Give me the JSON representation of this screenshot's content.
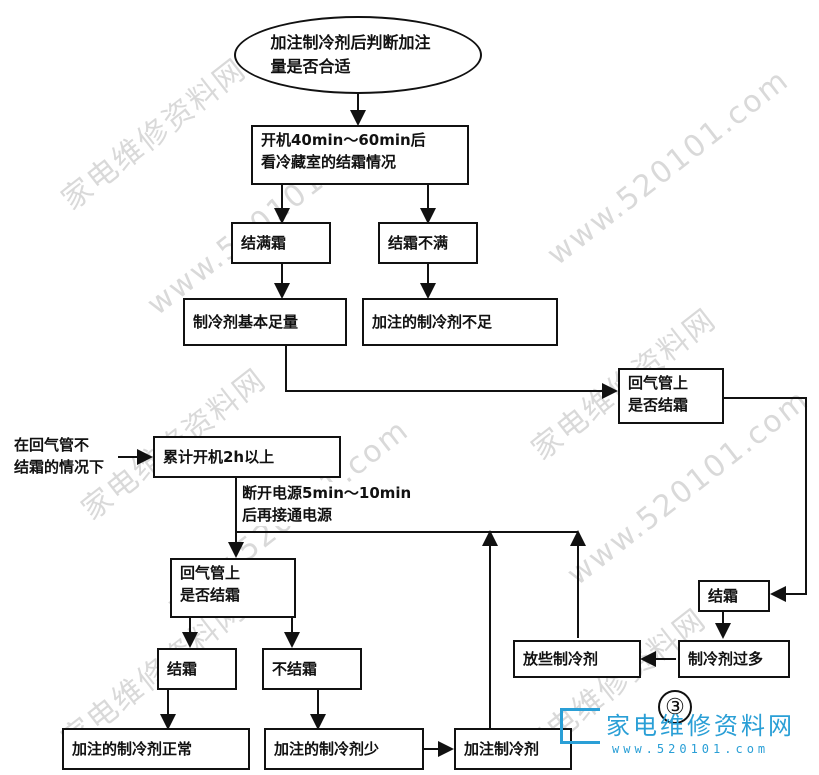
{
  "watermark": {
    "site_cn": "家电维修资料网",
    "site_url": "www.520101.com"
  },
  "nodes": {
    "start": "加注制冷剂后判断加注量是否合适",
    "check_frost_line1": "开机40min～60min后",
    "check_frost_line2": "看冷藏室的结霜情况",
    "full_frost": "结满霜",
    "partial_frost": "结霜不满",
    "basic_enough": "制冷剂基本足量",
    "insufficient": "加注的制冷剂不足",
    "return_pipe_q1_line1": "回气管上",
    "return_pipe_q1_line2": "是否结霜",
    "frosted_right": "结霜",
    "too_much": "制冷剂过多",
    "release": "放些制冷剂",
    "cumulative": "累计开机2h以上",
    "return_pipe_q2_line1": "回气管上",
    "return_pipe_q2_line2": "是否结霜",
    "frosted_left": "结霜",
    "not_frosted": "不结霜",
    "normal": "加注的制冷剂正常",
    "too_little": "加注的制冷剂少",
    "add": "加注制冷剂"
  },
  "labels": {
    "side_condition_line1": "在回气管不",
    "side_condition_line2": "结霜的情况下",
    "power_cycle_line1": "断开电源5min～10min",
    "power_cycle_line2": "后再接通电源"
  },
  "figure_number": "③"
}
